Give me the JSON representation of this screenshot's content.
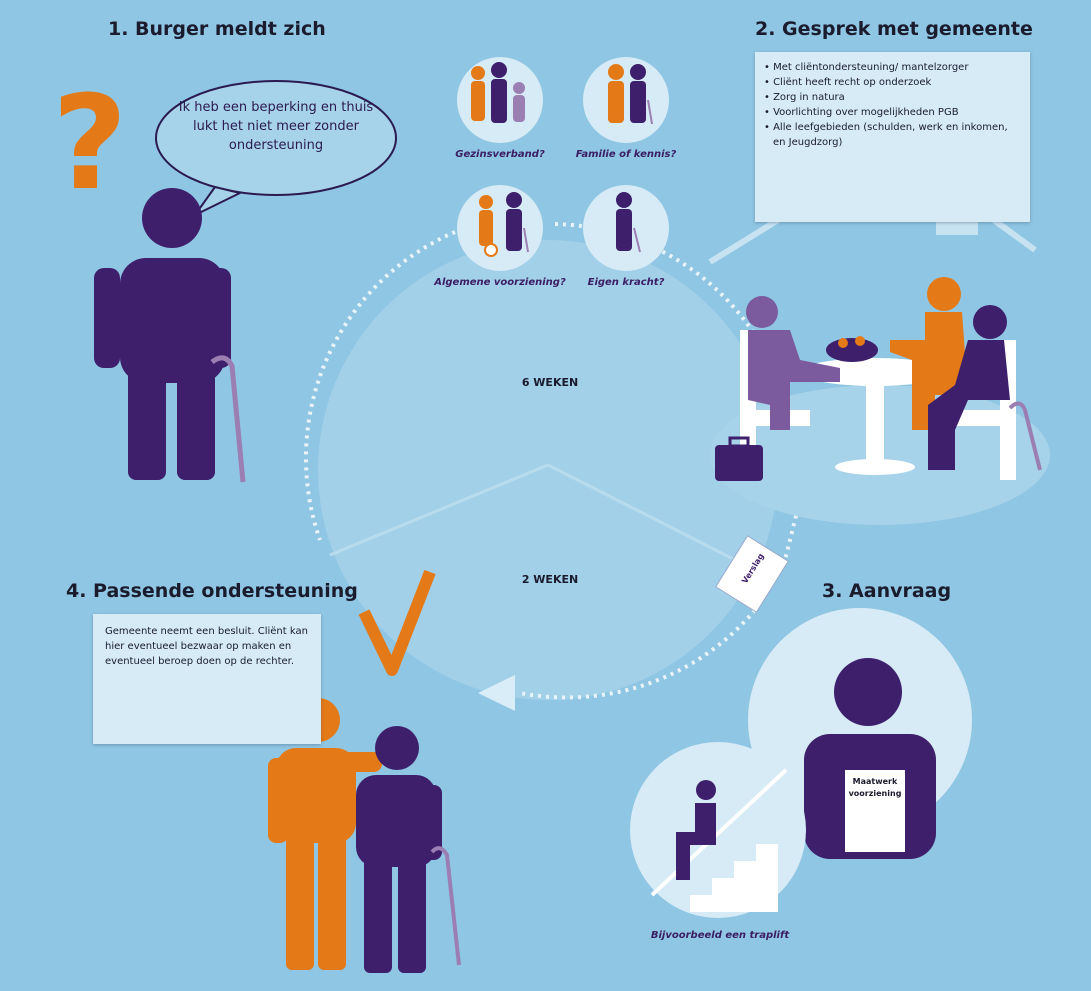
{
  "steps": {
    "step1": {
      "title": "1. Burger meldt zich",
      "speech": "Ik heb een beperking en thuis lukt het niet meer zonder ondersteuning"
    },
    "step2": {
      "title": "2. Gesprek met gemeente",
      "bullets": [
        "Met cliëntondersteuning/ mantelzorger",
        "Cliënt heeft recht op onderzoek",
        "Zorg in natura",
        "Voorlichting over mogelijkheden PGB",
        "Alle leefgebieden (schulden, werk en inkomen, en Jeugdzorg)"
      ]
    },
    "step3": {
      "title": "3. Aanvraag",
      "document": "Verslag",
      "sign": "Maatwerk voorziening",
      "caption": "Bijvoorbeeld een traplift"
    },
    "step4": {
      "title": "4. Passende ondersteuning",
      "note": "Gemeente neemt een besluit. Cliënt kan hier eventueel bezwaar op maken en eventueel beroep doen op de rechter."
    }
  },
  "options": [
    "Gezinsverband?",
    "Familie of kennis?",
    "Algemene voorziening?",
    "Eigen kracht?"
  ],
  "durations": {
    "upper": "6 WEKEN",
    "lower": "2 WEKEN"
  },
  "colors": {
    "background": "#8fc6e3",
    "purple": "#3e1f6b",
    "orange": "#e47a17",
    "light_purple": "#9b7fb3",
    "box": "#d6ebf6"
  }
}
